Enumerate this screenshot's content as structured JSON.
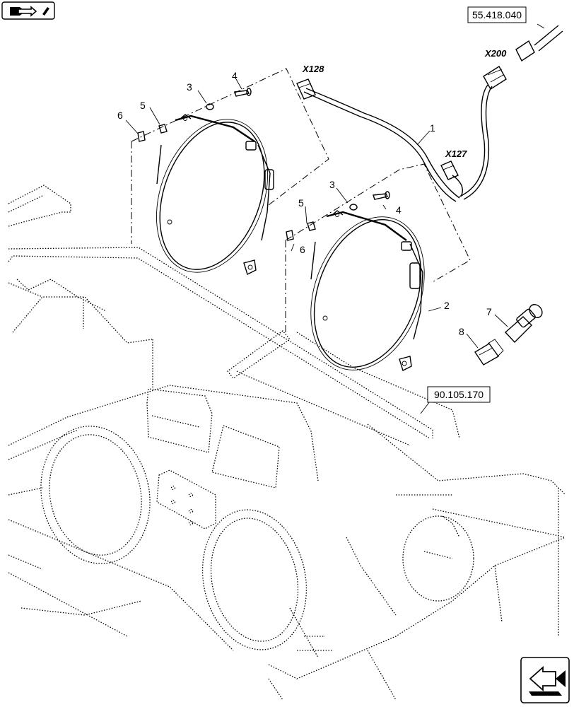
{
  "nav": {
    "top_button_icon": "arrow-right-icon",
    "bottom_button_icon": "arrow-left-icon"
  },
  "references": {
    "top_right": "55.418.040",
    "middle_right": "90.105.170"
  },
  "connectors": {
    "x200": "X200",
    "x128": "X128",
    "x127": "X127"
  },
  "callouts": {
    "n1": "1",
    "n2": "2",
    "n3a": "3",
    "n3b": "3",
    "n4a": "4",
    "n4b": "4",
    "n5a": "5",
    "n5b": "5",
    "n6a": "6",
    "n6b": "6",
    "n7": "7",
    "n8": "8"
  }
}
